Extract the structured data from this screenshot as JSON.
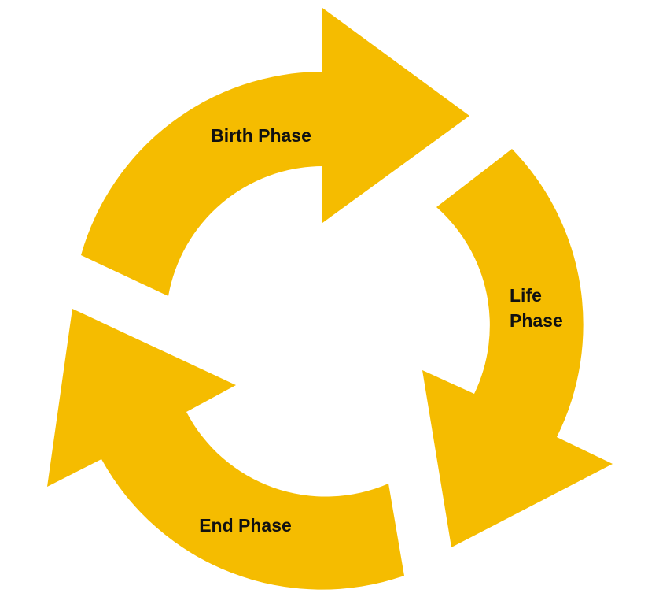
{
  "diagram": {
    "arrow_color": "#F5BC00",
    "label_color": "#111111",
    "phases": [
      {
        "label": "Birth Phase"
      },
      {
        "label_line1": "Life",
        "label_line2": "Phase"
      },
      {
        "label": "End Phase"
      }
    ]
  }
}
